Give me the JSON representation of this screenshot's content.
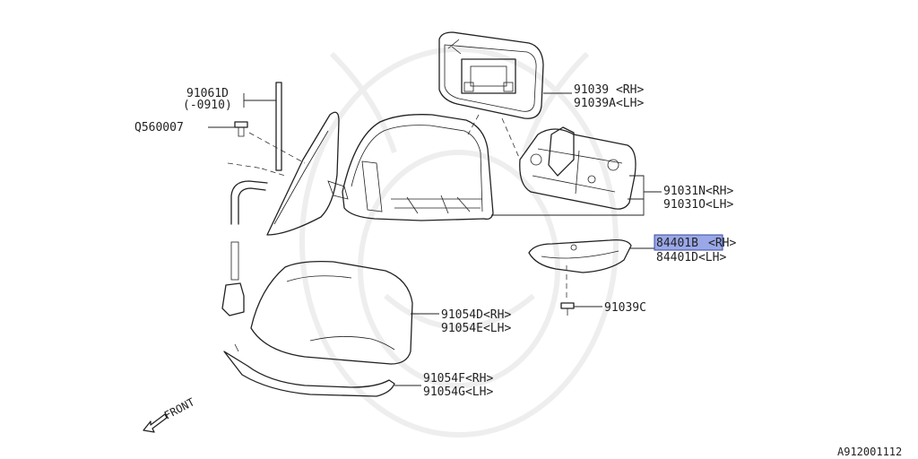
{
  "labels": {
    "p91061d": "91061D",
    "p91061d_note": "(-0910)",
    "q560007": "Q560007",
    "p91039_rh": "91039 <RH>",
    "p91039a_lh": "91039A<LH>",
    "p91031n_rh": "91031N<RH>",
    "p91031o_lh": "91031O<LH>",
    "p84401b": "84401B",
    "p84401b_rh": "<RH>",
    "p84401d_lh": "84401D<LH>",
    "p91039c": "91039C",
    "p91054d_rh": "91054D<RH>",
    "p91054e_lh": "91054E<LH>",
    "p91054f_rh": "91054F<RH>",
    "p91054g_lh": "91054G<LH>",
    "front": "FRONT",
    "diagram_id": "A912001112"
  },
  "colors": {
    "line": "#222222",
    "highlight_fill": "#9aa8e8",
    "highlight_border": "#3b4aa0",
    "watermark": "#eeeeee"
  }
}
